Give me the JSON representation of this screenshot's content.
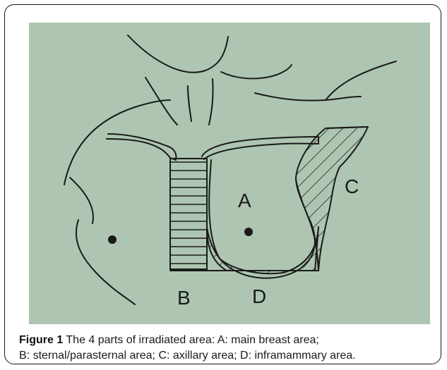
{
  "figure": {
    "label": "Figure 1",
    "caption_line1": "The 4 parts of irradiated area: A: main breast area;",
    "caption_line2": "B: sternal/parasternal area; C: axillary area; D: inframammary area."
  },
  "sketch": {
    "label_a": "A",
    "label_b": "B",
    "label_c": "C",
    "label_d": "D"
  },
  "colors": {
    "background": "#aec6b1",
    "ink": "#1a1a1a"
  }
}
